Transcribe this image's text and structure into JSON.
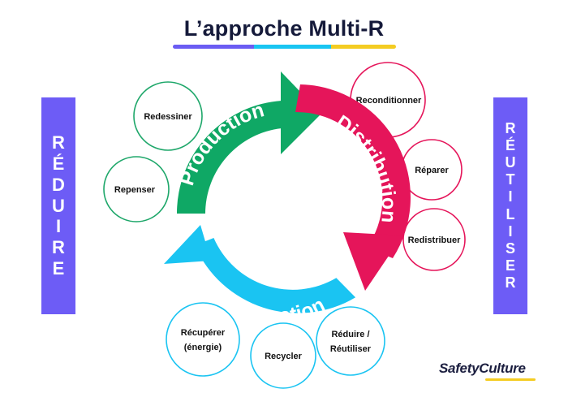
{
  "title": "L’approche Multi-R",
  "left_label": "RÉDUIRE",
  "right_label": "RÉUTILISER",
  "cycle": {
    "production": "Production",
    "distribution": "Distribution",
    "consommation": "Consommation"
  },
  "bubbles": {
    "redessiner": "Redessiner",
    "repenser": "Repenser",
    "reconditionner": "Reconditionner",
    "reparer": "Réparer",
    "redistribuer": "Redistribuer",
    "recuperer_1": "Récupérer",
    "recuperer_2": "(énergie)",
    "recycler": "Recycler",
    "reduire_1": "Réduire /",
    "reduire_2": "Réutiliser"
  },
  "logo": {
    "part1": "Safety",
    "part2": "Culture"
  },
  "colors": {
    "production": "#0fa865",
    "distribution": "#e5155a",
    "consommation": "#1ac4f2",
    "side": "#6d5cf6",
    "accent_yellow": "#f4cc22"
  }
}
